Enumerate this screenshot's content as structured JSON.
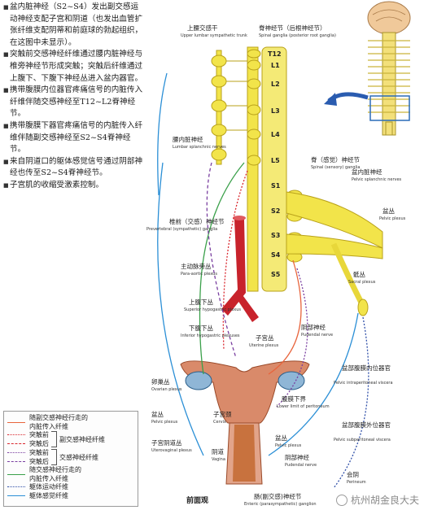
{
  "notes": [
    "盆内脏神经（S2~S4）发出副交感运动神经支配子宫和阴道（也发出血管扩张纤维支配阴蒂和前庭球的勃起组织，在这图中未显示）。",
    "突触前交感神经纤维通过腰内脏神经与椎旁神经节形成突触；突触后纤维通过上腹下、下腹下神经丛进入盆内器官。",
    "携带腹膜内位器官疼痛信号的内脏传入纤维伴随交感神经至T12~L2脊神经节。",
    "携带腹膜下器官疼痛信号的内脏传入纤维伴随副交感神经至S2~S4脊神经节。",
    "来自阴道口的躯体感觉信号通过阴部神经也传至S2~S4脊神经节。",
    "子宫肌的收缩受激素控制。"
  ],
  "labels": {
    "upper_lumbar_trunk_cn": "上腰交感干",
    "upper_lumbar_trunk_en": "Upper lumbar sympathetic trunk",
    "spinal_ganglia_cn": "脊神经节（后根神经节）",
    "spinal_ganglia_en": "Spinal ganglia (posterior root ganglia)",
    "lumbar_splanchnic_cn": "腰内脏神经",
    "lumbar_splanchnic_en": "Lumbar splanchnic nerves",
    "sensory_ganglia_cn": "脊（感觉）神经节",
    "sensory_ganglia_en": "Spinal (sensory) ganglia",
    "pelvic_splanchnic_cn": "盆内脏神经",
    "pelvic_splanchnic_en": "Pelvic splanchnic nerves",
    "pelvic_plexus_cn": "盆丛",
    "pelvic_plexus_en": "Pelvic plexus",
    "prevertebral_cn": "椎前（交感）神经节",
    "prevertebral_en": "Prevertebral (sympathetic) ganglia",
    "para_aortic_cn": "主动脉旁丛",
    "para_aortic_en": "Para-aortic plexus",
    "sacral_plexus_cn": "骶丛",
    "sacral_plexus_en": "Sacral plexus",
    "superior_hypogastric_cn": "上腹下丛",
    "superior_hypogastric_en": "Superior hypogastric plexus",
    "inferior_hypogastric_cn": "下腹下丛",
    "inferior_hypogastric_en": "Inferior hypogastric plexuses",
    "pudendal_nerve_cn": "阴部神经",
    "pudendal_nerve_en": "Pudendal nerve",
    "uterine_plexus_cn": "子宫丛",
    "uterine_plexus_en": "Uterine plexus",
    "ovarian_plexus_cn": "卵巢丛",
    "ovarian_plexus_en": "Ovarian plexus",
    "intraperitoneal_cn": "盆部腹膜内位器官",
    "intraperitoneal_en": "Pelvic intraperitoneal viscera",
    "lower_limit_cn": "腹膜下界",
    "lower_limit_en": "Lower limit of peritoneum",
    "pelvic_plexus2_cn": "盆丛",
    "pelvic_plexus2_en": "Pelvic plexus",
    "cervix_cn": "子宫颈",
    "cervix_en": "Cervix",
    "pelvic_plexus3_cn": "盆丛",
    "pelvic_plexus3_en": "Pelvic plexus",
    "subperitoneal_cn": "盆部腹膜外位器官",
    "subperitoneal_en": "Pelvic subperitoneal viscera",
    "uterovaginal_cn": "子宫阴道丛",
    "uterovaginal_en": "Uterovaginal plexus",
    "vagina_cn": "阴道",
    "vagina_en": "Vagina",
    "pudendal2_cn": "阴部神经",
    "pudendal2_en": "Pudendal nerve",
    "perineum_cn": "会阴",
    "perineum_en": "Perineum",
    "enteric_cn": "肠(副交感)神经节",
    "enteric_en": "Enteric (parasympathetic) ganglion",
    "front_view": "前面观"
  },
  "segments": [
    "T12",
    "L1",
    "L2",
    "L3",
    "L4",
    "L5",
    "S1",
    "S2",
    "S3",
    "S4",
    "S5"
  ],
  "legend": {
    "items": [
      {
        "label": "随副交感神经行走的",
        "label2": "内脏传入纤维",
        "color": "#e8643c",
        "style": "solid"
      },
      {
        "label": "突触前",
        "color": "#d9262d",
        "style": "dotted"
      },
      {
        "label": "突触后",
        "color": "#d9262d",
        "style": "dashed"
      },
      {
        "label": "突触前",
        "color": "#7a3fa0",
        "style": "dotted"
      },
      {
        "label": "突触后",
        "color": "#7a3fa0",
        "style": "dashed"
      },
      {
        "label": "随交感神经行走的",
        "label2": "内脏传入纤维",
        "color": "#3aa04a",
        "style": "solid"
      },
      {
        "label": "躯体运动纤维",
        "color": "#2f4fa8",
        "style": "dotted"
      },
      {
        "label": "躯体感觉纤维",
        "color": "#2b8fd6",
        "style": "solid"
      }
    ],
    "group_para": "副交感神经纤维",
    "group_symp": "交感神经纤维"
  },
  "watermark": "杭州胡金良大夫",
  "colors": {
    "nerve_yellow": "#f2e44a",
    "nerve_outline": "#b9a21a",
    "artery": "#c8232c",
    "uterus": "#d98a6a",
    "ovary": "#8fb6d6"
  }
}
